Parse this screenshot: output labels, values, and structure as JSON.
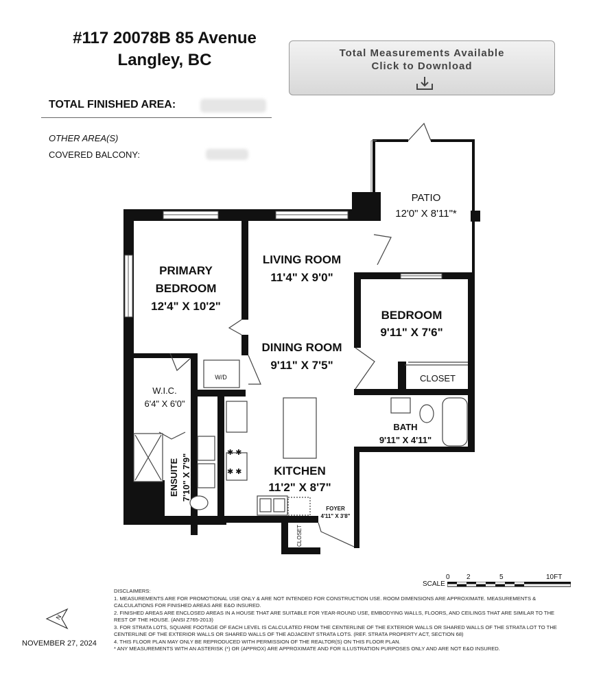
{
  "address": {
    "line1": "#117 20078B 85 Avenue",
    "line2": "Langley, BC"
  },
  "download": {
    "line1": "Total Measurements Available",
    "line2": "Click to Download",
    "icon": "download-icon"
  },
  "areas": {
    "total_label": "TOTAL FINISHED AREA:",
    "other_label": "OTHER AREA(S)",
    "balcony_label": "COVERED BALCONY:"
  },
  "rooms": {
    "patio": {
      "name": "PATIO",
      "dims": "12'0\" X 8'11\"*"
    },
    "living": {
      "name": "LIVING ROOM",
      "dims": "11'4\" X 9'0\""
    },
    "primary": {
      "name1": "PRIMARY",
      "name2": "BEDROOM",
      "dims": "12'4\" X 10'2\""
    },
    "bedroom": {
      "name": "BEDROOM",
      "dims": "9'11\" X 7'6\""
    },
    "dining": {
      "name": "DINING ROOM",
      "dims": "9'11\" X 7'5\""
    },
    "closet1": {
      "name": "CLOSET"
    },
    "wic": {
      "name": "W.I.C.",
      "dims": "6'4\" X 6'0\""
    },
    "bath": {
      "name": "BATH",
      "dims": "9'11\" X 4'11\""
    },
    "wd": {
      "name": "W/D"
    },
    "ensuite": {
      "name": "ENSUITE",
      "dims": "7'10\" X 7'9\""
    },
    "kitchen": {
      "name": "KITCHEN",
      "dims": "11'2\" X 8'7\""
    },
    "foyer": {
      "name": "FOYER",
      "dims": "4'11\" X 3'8\""
    },
    "closet2": {
      "name": "CLOSET"
    }
  },
  "scale": {
    "label": "SCALE",
    "ticks": [
      "0",
      "2",
      "5",
      "10FT"
    ]
  },
  "disclaimers": {
    "title": "DISCLAIMERS:",
    "items": [
      "1. MEASUREMENTS ARE FOR PROMOTIONAL USE ONLY & ARE NOT INTENDED FOR CONSTRUCTION USE. ROOM DIMENSIONS ARE APPROXIMATE. MEASUREMENTS & CALCULATIONS FOR FINISHED AREAS ARE E&O INSURED.",
      "2. FINISHED AREAS ARE ENCLOSED AREAS IN A HOUSE THAT ARE SUITABLE FOR YEAR-ROUND USE, EMBODYING WALLS, FLOORS, AND CEILINGS THAT ARE SIMILAR TO THE REST OF THE HOUSE. (ANSI Z765-2013)",
      "3. FOR STRATA LOTS, SQUARE FOOTAGE OF EACH LEVEL IS CALCULATED FROM THE CENTERLINE OF THE EXTERIOR WALLS OR SHARED WALLS OF THE STRATA LOT TO THE CENTERLINE OF THE EXTERIOR WALLS OR SHARED WALLS OF THE ADJACENT STRATA LOTS. (REF. STRATA PROPERTY ACT, SECTION 68)",
      "4. THIS FLOOR PLAN MAY ONLY BE REPRODUCED WITH PERMISSION OF THE REALTOR(S) ON THIS FLOOR PLAN.",
      "* ANY MEASUREMENTS WITH AN ASTERISK (*) OR (APPROX) ARE APPROXIMATE AND FOR ILLUSTRATION PURPOSES ONLY AND ARE NOT E&O INSURED."
    ]
  },
  "north": {
    "letter": "N",
    "icon": "north-arrow-icon"
  },
  "date": "NOVEMBER 27, 2024"
}
